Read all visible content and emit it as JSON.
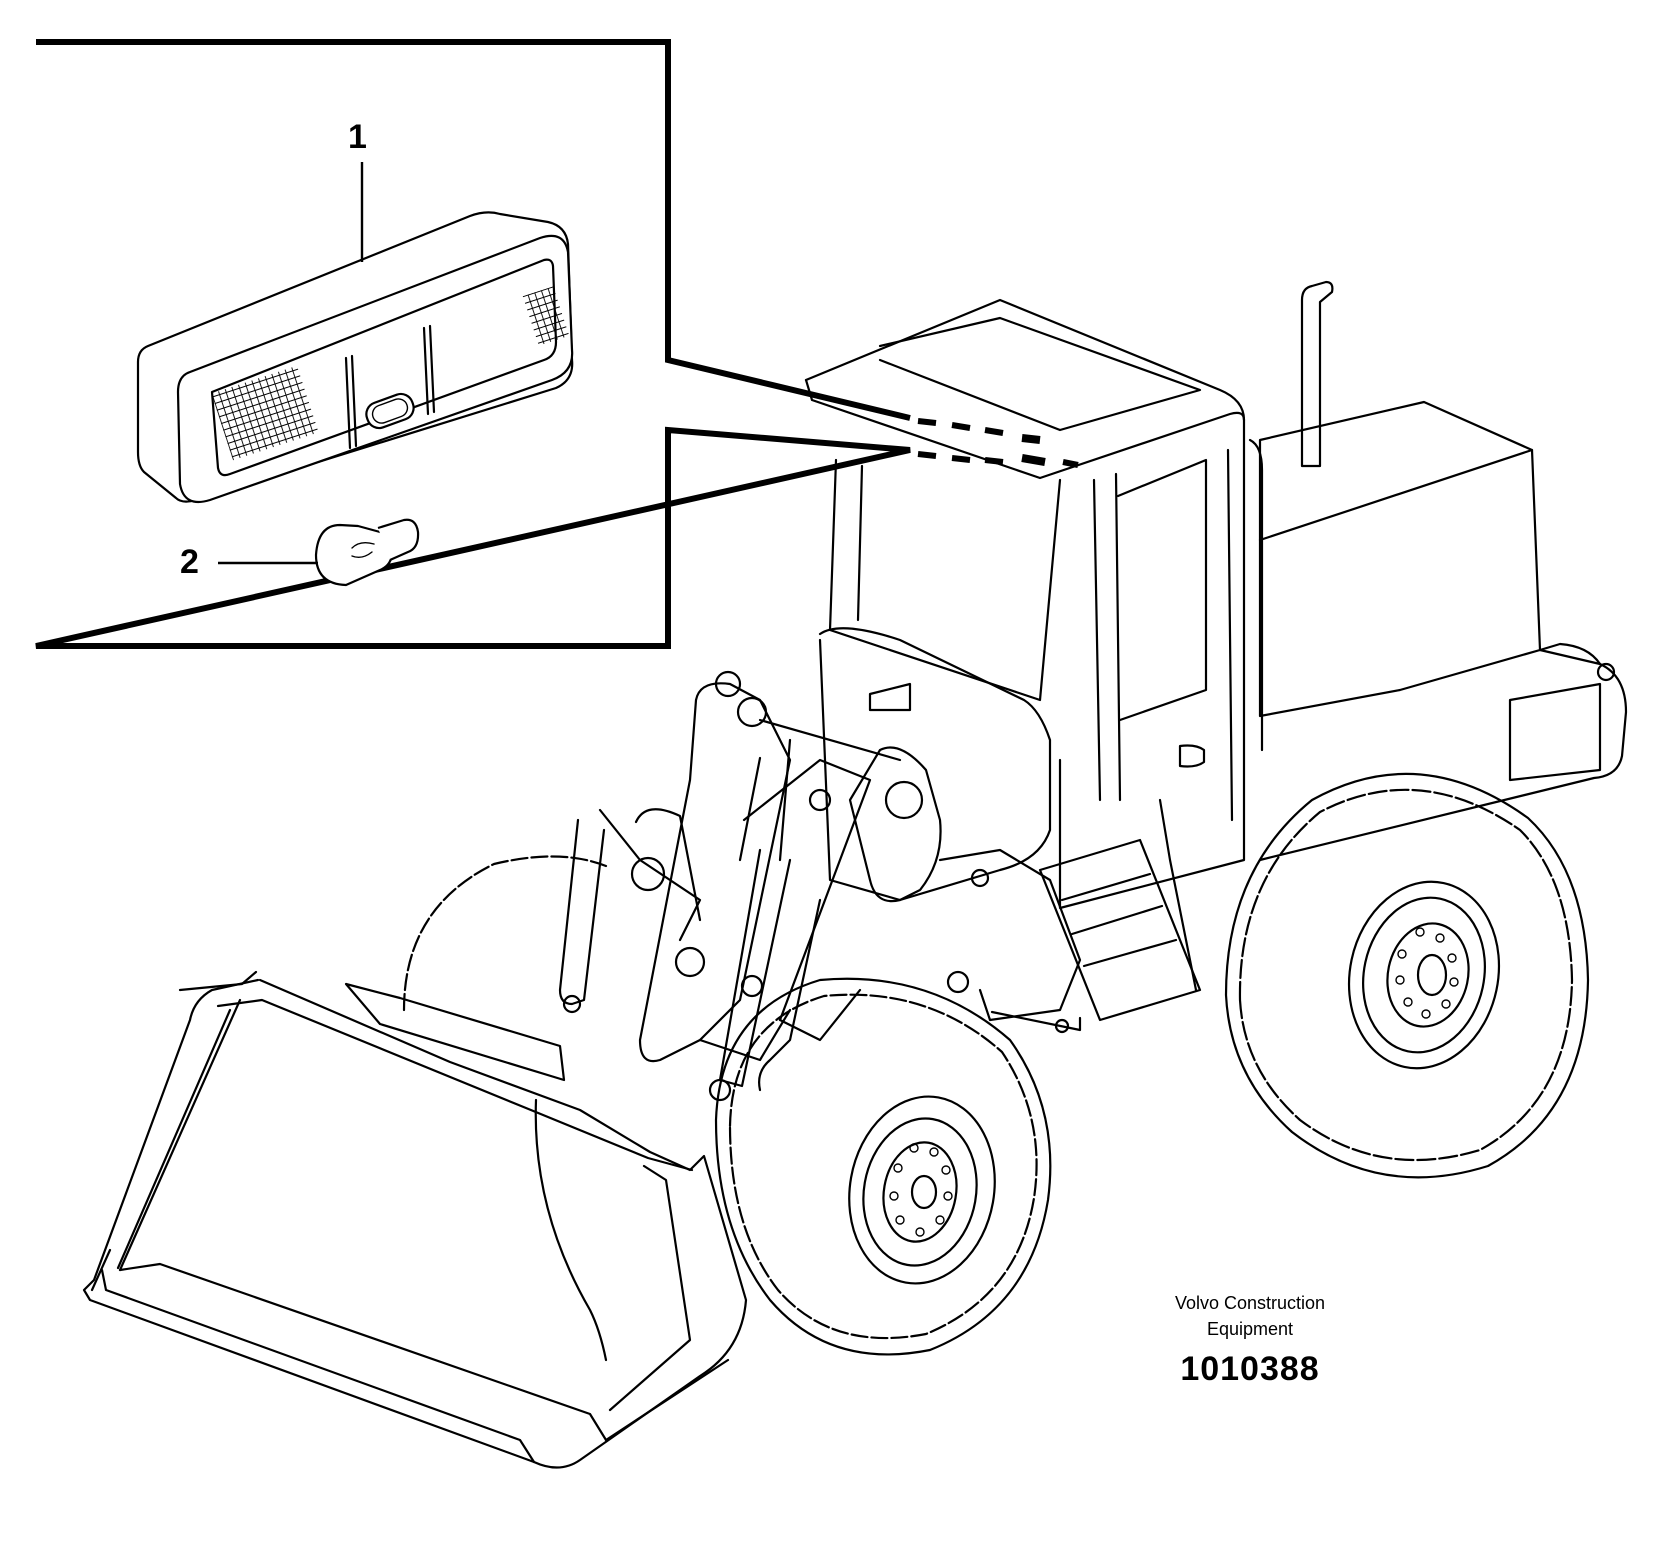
{
  "callouts": [
    {
      "id": "1",
      "label": "1"
    },
    {
      "id": "2",
      "label": "2"
    }
  ],
  "manufacturer": {
    "line1": "Volvo Construction",
    "line2": "Equipment"
  },
  "document_number": "1010388"
}
